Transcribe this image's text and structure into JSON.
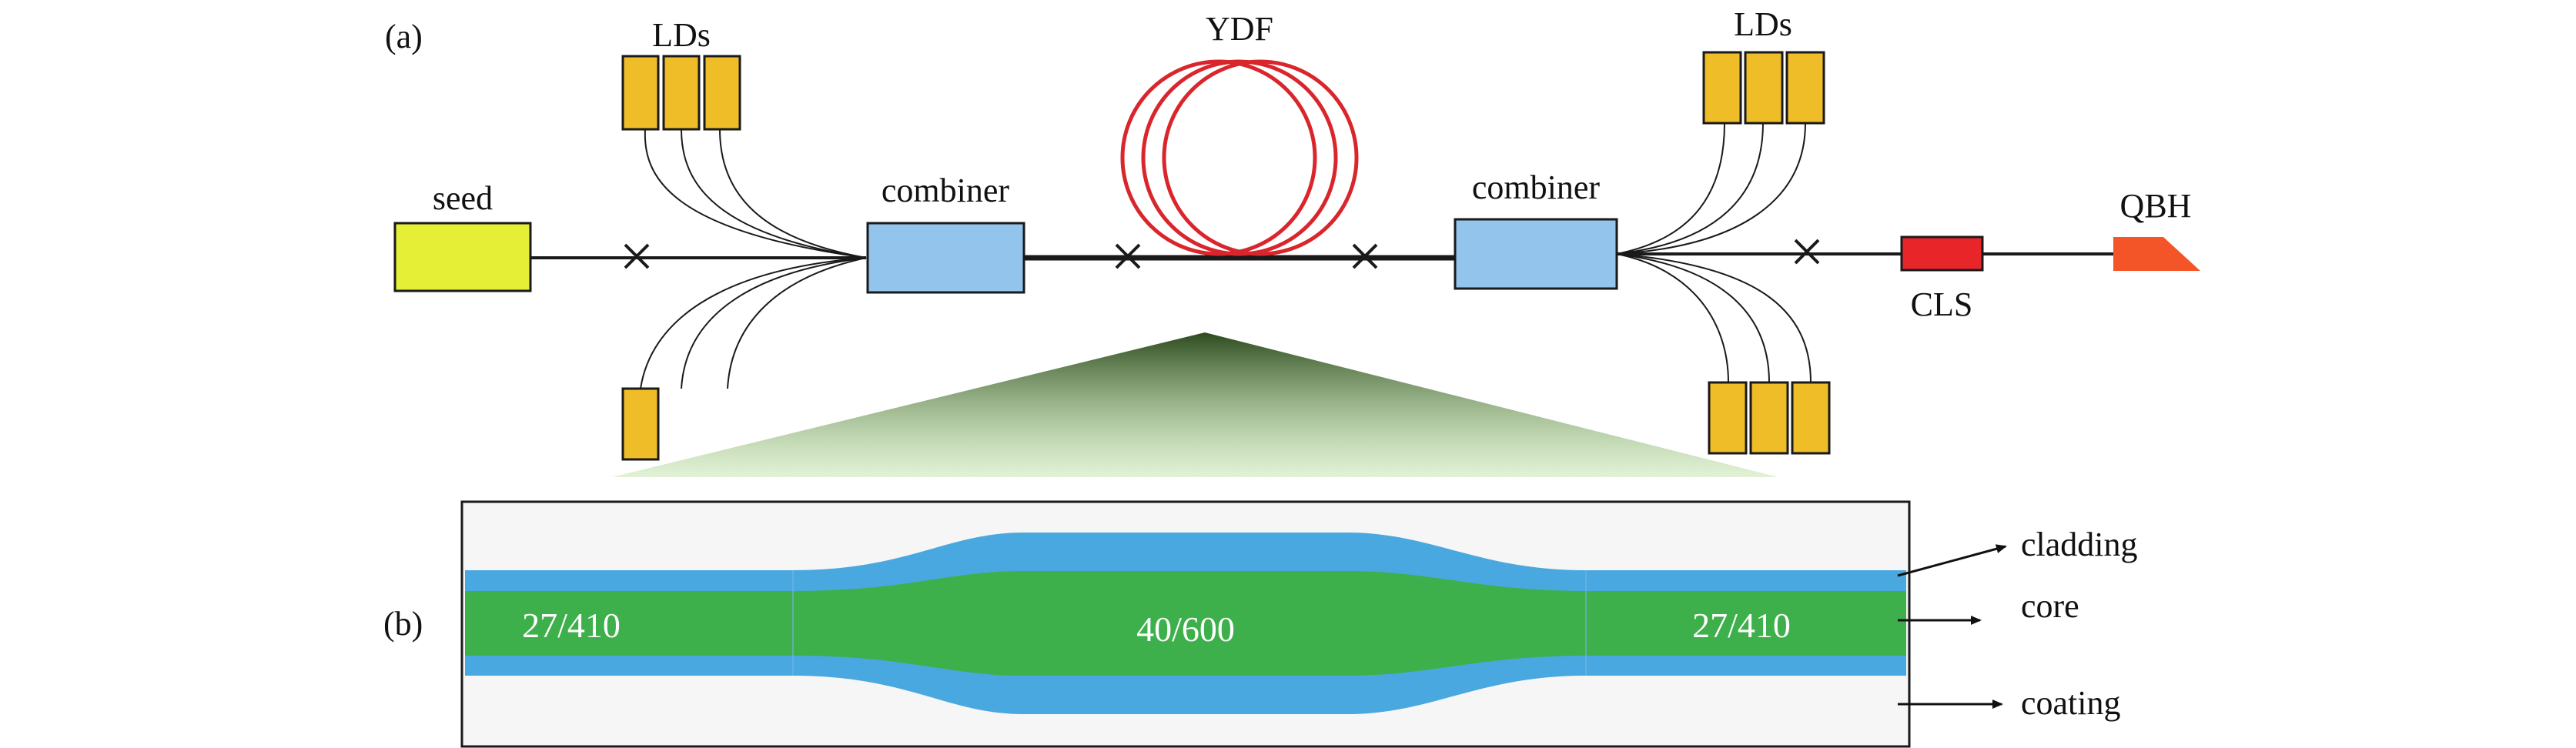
{
  "panel_a": {
    "label": "(a)",
    "seed": "seed",
    "lds_top_left": "LDs",
    "lds_top_right": "LDs",
    "combiner_left": "combiner",
    "combiner_right": "combiner",
    "ydf": "YDF",
    "qbh": "QBH",
    "cls": "CLS"
  },
  "panel_b": {
    "label": "(b)",
    "left_section": "27/410",
    "middle_section": "40/600",
    "right_section": "27/410",
    "callouts": {
      "cladding": "cladding",
      "core": "core",
      "coating": "coating"
    }
  },
  "colors": {
    "seed": "#e5ef36",
    "ld": "#efbd28",
    "combiner": "#93c4ec",
    "ydf": "#d9262c",
    "cls": "#e8262a",
    "qbh": "#f45528",
    "cladding": "#4aa8e0",
    "core": "#3db04b",
    "zoom_top": "#2d4a1f",
    "zoom_bottom": "#a9d88a",
    "fiber": "#1a1a1a"
  }
}
